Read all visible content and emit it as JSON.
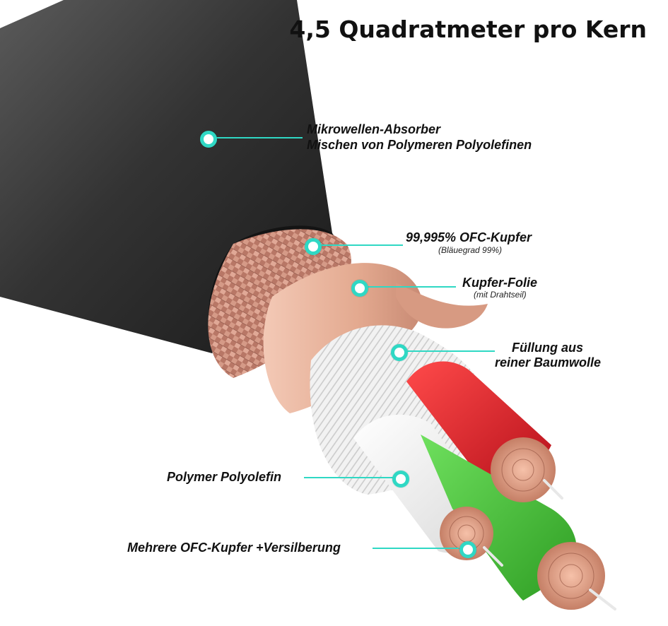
{
  "title": "4,5 Quadratmeter pro Kern",
  "labels": {
    "absorber_line1": "Mikrowellen-Absorber",
    "absorber_line2": "Mischen von Polymeren Polyolefinen",
    "ofc": "99,995% OFC-Kupfer",
    "ofc_sub": "(Bläuegrad 99%)",
    "foil": "Kupfer-Folie",
    "foil_sub": "(mit Drahtseil)",
    "fill_line1": "Füllung aus",
    "fill_line2": "reiner Baumwolle",
    "polymer": "Polymer Polyolefin",
    "conductors": "Mehrere OFC-Kupfer +Versilberung"
  },
  "colors": {
    "accent": "#2fd8c4",
    "jacket": "#3a3a3a",
    "braid": "#c88a78",
    "foil": "#e9b7a2",
    "red_core": "#e0262c",
    "green_core": "#46c93a",
    "white_core": "#f4f4f4"
  }
}
